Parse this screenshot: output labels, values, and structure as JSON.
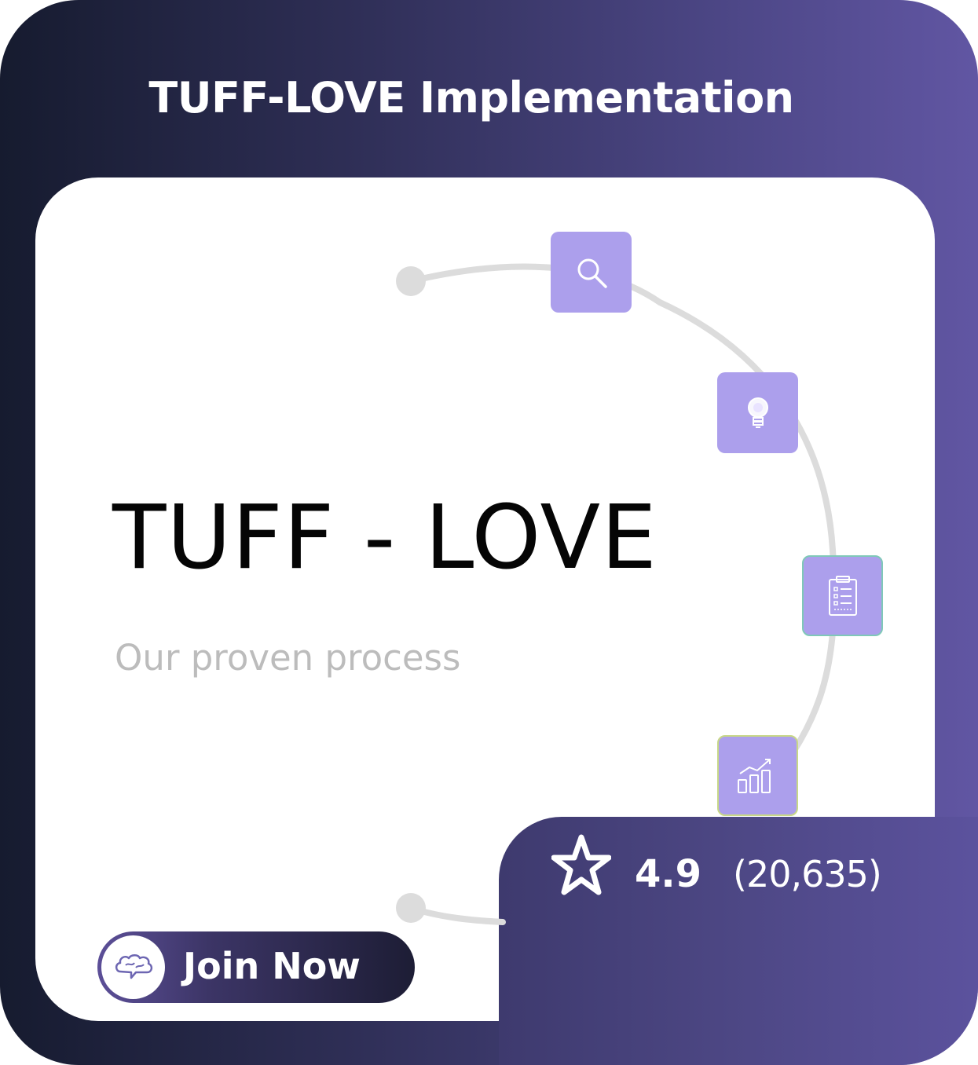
{
  "header": {
    "title": "TUFF-LOVE Implementation"
  },
  "hero": {
    "title": "TUFF - LOVE",
    "subtitle": "Our proven process"
  },
  "process_steps": [
    {
      "icon": "search-icon"
    },
    {
      "icon": "lightbulb-icon"
    },
    {
      "icon": "clipboard-checklist-icon"
    },
    {
      "icon": "growth-chart-icon"
    }
  ],
  "rating": {
    "score": "4.9",
    "count": "(20,635)",
    "icon": "star-icon"
  },
  "cta": {
    "label": "Join Now",
    "icon": "brain-chat-icon"
  },
  "colors": {
    "gradient_dark": "#161b2f",
    "gradient_light": "#6156a3",
    "tile": "#ac9fec",
    "track": "#dcdcdc",
    "subtitle": "#bcbcbc"
  }
}
